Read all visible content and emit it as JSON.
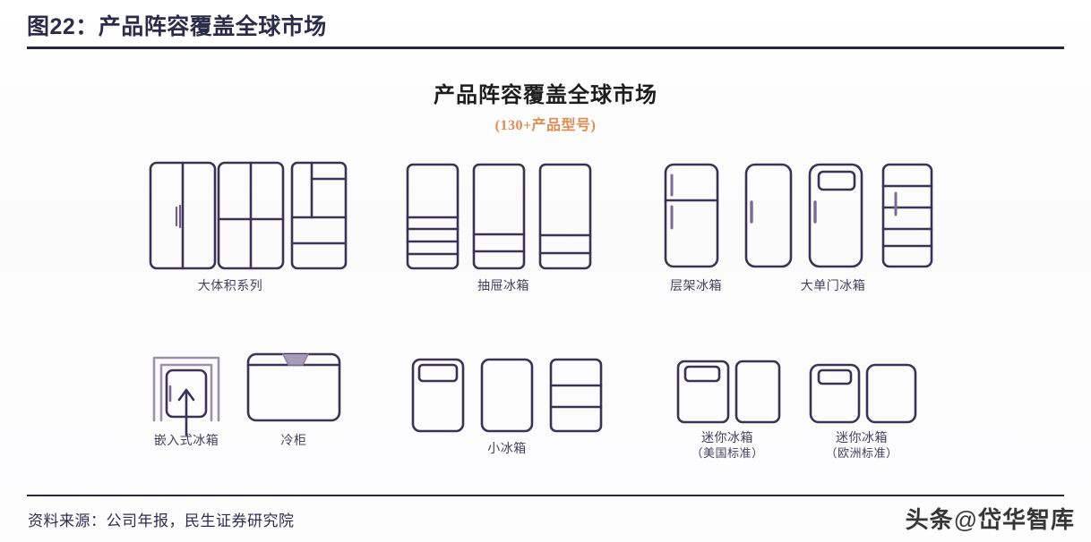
{
  "header": {
    "figure_title": "图22：产品阵容覆盖全球市场"
  },
  "chart": {
    "inner_title": "产品阵容覆盖全球市场",
    "inner_subtitle": "(130+产品型号)",
    "accent_color": "#e08b52",
    "line_color": "#3a3355",
    "rule_color": "#262648",
    "groups": [
      {
        "id": "large-volume",
        "label": "大体积系列",
        "note": "",
        "count": 3,
        "row": 1
      },
      {
        "id": "drawer-fridge",
        "label": "抽屉冰箱",
        "note": "",
        "count": 3,
        "row": 1
      },
      {
        "id": "shelf-fridge",
        "label": "层架冰箱",
        "note": "",
        "count": 1,
        "row": 1
      },
      {
        "id": "large-single-door",
        "label": "大单门冰箱",
        "note": "",
        "count": 3,
        "row": 1
      },
      {
        "id": "built-in-fridge",
        "label": "嵌入式冰箱",
        "note": "",
        "count": 1,
        "row": 2
      },
      {
        "id": "chest-freezer",
        "label": "冷柜",
        "note": "",
        "count": 1,
        "row": 2
      },
      {
        "id": "small-fridge",
        "label": "小冰箱",
        "note": "",
        "count": 3,
        "row": 2
      },
      {
        "id": "mini-fridge-us",
        "label": "迷你冰箱",
        "note": "（美国标准）",
        "count": 2,
        "row": 2
      },
      {
        "id": "mini-fridge-eu",
        "label": "迷你冰箱",
        "note": "（欧洲标准）",
        "count": 2,
        "row": 2
      }
    ]
  },
  "footer": {
    "source": "资料来源：公司年报，民生证券研究院",
    "watermark_prefix": "头条",
    "watermark_at": "@",
    "watermark_name": "岱华智库"
  }
}
